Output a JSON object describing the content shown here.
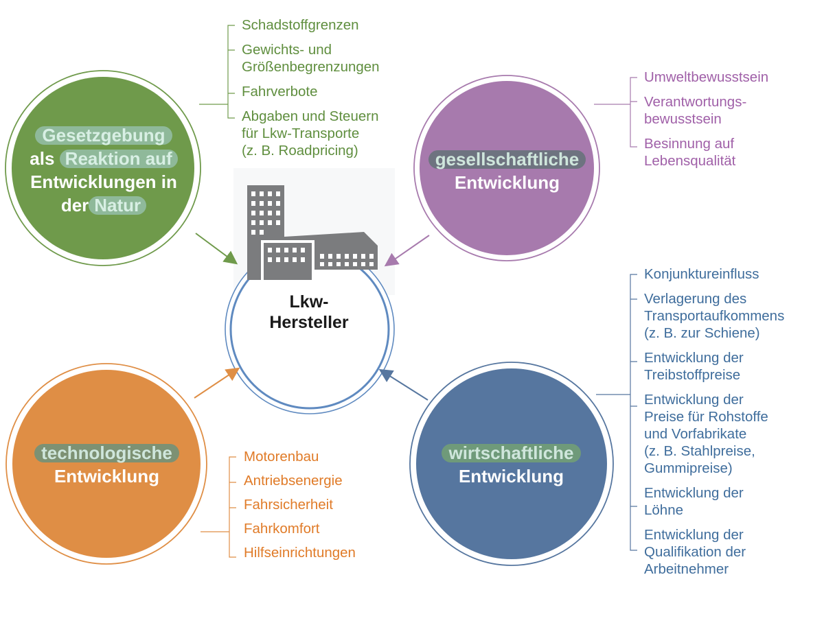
{
  "center": {
    "label_line1": "Lkw-",
    "label_line2": "Hersteller",
    "ring_color": "#5f8ac0",
    "icon": "factory-building-icon"
  },
  "nodes": {
    "legislation": {
      "color": "#6f9a4b",
      "text_color": "#ffffff",
      "highlight_color": "#8fc0a6",
      "title_parts": [
        "Gesetzgebung",
        "als",
        "Reaktion auf",
        "Entwicklungen in",
        "der",
        "Natur"
      ],
      "items": [
        {
          "lines": [
            "Schadstoffgrenzen"
          ]
        },
        {
          "lines": [
            "Gewichts- und",
            "Größenbegrenzungen"
          ]
        },
        {
          "lines": [
            "Fahrverbote"
          ]
        },
        {
          "lines": [
            "Abgaben und Steuern",
            "für Lkw-Transporte",
            "(z. B. Roadpricing)"
          ]
        }
      ],
      "list_color": "#5f8e3e"
    },
    "social": {
      "color": "#a77aad",
      "text_color": "#ffffff",
      "highlight_color": "#6e7380",
      "title_parts": [
        "gesellschaftliche",
        "Entwicklung"
      ],
      "items": [
        {
          "lines": [
            "Umweltbewusstsein"
          ]
        },
        {
          "lines": [
            "Verantwortungs-",
            "bewusstsein"
          ]
        },
        {
          "lines": [
            "Besinnung auf",
            "Lebensqualität"
          ]
        }
      ],
      "list_color": "#a060a8"
    },
    "technology": {
      "color": "#df8e45",
      "text_color": "#ffffff",
      "highlight_color": "#7d9173",
      "title_parts": [
        "technologische",
        "Entwicklung"
      ],
      "items": [
        {
          "lines": [
            "Motorenbau"
          ]
        },
        {
          "lines": [
            "Antriebsenergie"
          ]
        },
        {
          "lines": [
            "Fahrsicherheit"
          ]
        },
        {
          "lines": [
            "Fahrkomfort"
          ]
        },
        {
          "lines": [
            "Hilfseinrichtungen"
          ]
        }
      ],
      "list_color": "#e07b28"
    },
    "economy": {
      "color": "#56769f",
      "text_color": "#ffffff",
      "highlight_color": "#6f9a7a",
      "title_parts": [
        "wirtschaftliche",
        "Entwicklung"
      ],
      "items": [
        {
          "lines": [
            "Konjunktureinfluss"
          ]
        },
        {
          "lines": [
            "Verlagerung des",
            "Transportaufkommens",
            "(z. B. zur Schiene)"
          ]
        },
        {
          "lines": [
            "Entwicklung der",
            "Treibstoffpreise"
          ]
        },
        {
          "lines": [
            "Entwicklung der",
            "Preise für Rohstoffe",
            "und Vorfabrikate",
            "(z. B. Stahlpreise,",
            "Gummipreise)"
          ]
        },
        {
          "lines": [
            "Entwicklung der",
            "Löhne"
          ]
        },
        {
          "lines": [
            "Entwicklung der",
            "Qualifikation der",
            "Arbeitnehmer"
          ]
        }
      ],
      "list_color": "#3f6d9c"
    }
  }
}
